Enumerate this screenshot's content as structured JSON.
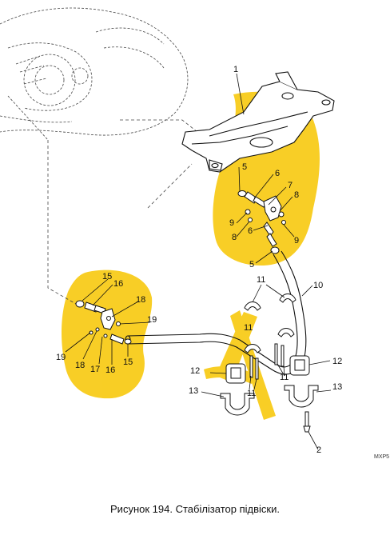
{
  "figure": {
    "caption": "Рисунок 194. Стабілізатор підвіски.",
    "code": "MXP5",
    "highlight_color": "#f7c600",
    "callouts": [
      "1",
      "2",
      "5",
      "6",
      "7",
      "8",
      "9",
      "8",
      "6",
      "9",
      "5",
      "10",
      "11",
      "11",
      "11",
      "11",
      "12",
      "12",
      "13",
      "13",
      "15",
      "16",
      "18",
      "19",
      "19",
      "18",
      "17",
      "16",
      "15"
    ]
  }
}
